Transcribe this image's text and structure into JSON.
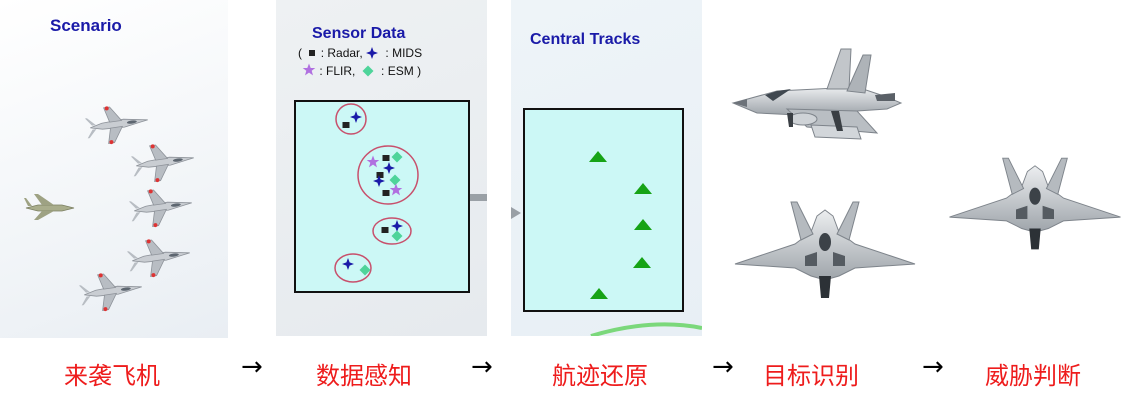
{
  "panels": {
    "scenario": {
      "title": "Scenario"
    },
    "sensor": {
      "title": "Sensor Data",
      "legend_line1": {
        "open": "(",
        "radar": ": Radar,",
        "mids": ": MIDS"
      },
      "legend_line2": {
        "flir": ": FLIR,",
        "esm": ": ESM",
        "close": ")"
      }
    },
    "central": {
      "title": "Central Tracks"
    }
  },
  "stages": [
    {
      "label": "来袭飞机"
    },
    {
      "label": "数据感知"
    },
    {
      "label": "航迹还原"
    },
    {
      "label": "目标识别"
    },
    {
      "label": "威胁判断"
    }
  ],
  "arrow_glyph": "→",
  "colors": {
    "stage_label": "#ee1c1c",
    "panel_title": "#1a1aa8",
    "display_fill": "#ccf8f6",
    "radar": "#222222",
    "mids": "#1a1aa8",
    "flir": "#b070e0",
    "esm": "#4ed49a",
    "track": "#16a316",
    "cluster_ring": "#c8506c"
  }
}
